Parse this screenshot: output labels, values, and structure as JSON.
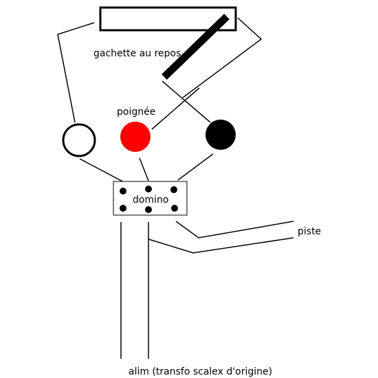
{
  "labels": {
    "trigger": "gachette au repos",
    "handle": "poignée",
    "domino": "domino",
    "track": "piste",
    "power": "alim (transfo scalex d'origine)"
  },
  "colors": {
    "background": "#ffffff",
    "line": "#000000",
    "red_terminal": "#ff0000",
    "black_terminal": "#000000",
    "white_terminal": "#ffffff"
  }
}
